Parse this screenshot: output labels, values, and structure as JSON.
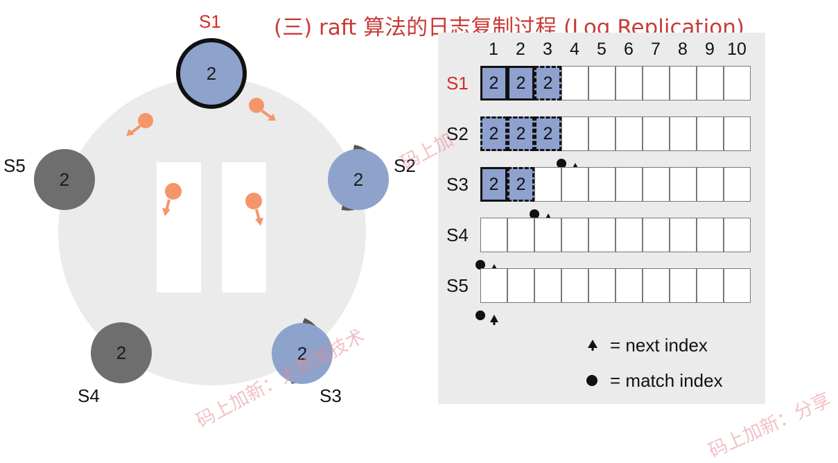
{
  "title": "(三) raft 算法的日志复制过程 (Log Replication)",
  "cluster": {
    "nodes": [
      {
        "id": "S1",
        "term": "2",
        "role": "leader",
        "state": "up"
      },
      {
        "id": "S2",
        "term": "2",
        "role": "follower",
        "state": "up"
      },
      {
        "id": "S3",
        "term": "2",
        "role": "follower",
        "state": "up"
      },
      {
        "id": "S4",
        "term": "2",
        "role": "follower",
        "state": "down"
      },
      {
        "id": "S5",
        "term": "2",
        "role": "follower",
        "state": "down"
      }
    ],
    "colors": {
      "leader_label": "#d42c27",
      "active": "#8da3cc",
      "down": "#6e6e6e",
      "message": "#f4956a"
    }
  },
  "log_table": {
    "indexes": [
      "1",
      "2",
      "3",
      "4",
      "5",
      "6",
      "7",
      "8",
      "9",
      "10"
    ],
    "rows": [
      {
        "server": "S1",
        "entries": [
          {
            "term": "2",
            "style": "committed"
          },
          {
            "term": "2",
            "style": "committed"
          },
          {
            "term": "2",
            "style": "pending"
          }
        ],
        "match_index": null,
        "next_index": null
      },
      {
        "server": "S2",
        "entries": [
          {
            "term": "2",
            "style": "pending"
          },
          {
            "term": "2",
            "style": "pending"
          },
          {
            "term": "2",
            "style": "pending"
          }
        ],
        "match_index": 3,
        "next_index": 4
      },
      {
        "server": "S3",
        "entries": [
          {
            "term": "2",
            "style": "committed"
          },
          {
            "term": "2",
            "style": "pending"
          }
        ],
        "match_index": 2,
        "next_index": 3
      },
      {
        "server": "S4",
        "entries": [],
        "match_index": 0,
        "next_index": 1
      },
      {
        "server": "S5",
        "entries": [],
        "match_index": 0,
        "next_index": 1
      }
    ]
  },
  "legend": {
    "next_index": "= next index",
    "match_index": "= match index"
  },
  "watermarks": [
    "码上加新：大数据技术",
    "码上加新：分享",
    "码上加"
  ]
}
